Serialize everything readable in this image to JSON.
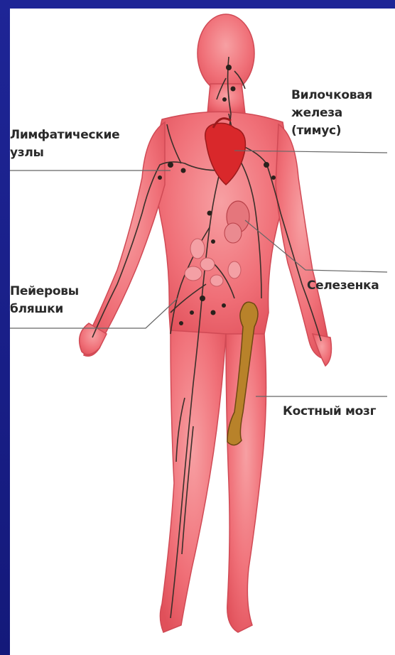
{
  "labels": {
    "lymph_nodes": [
      "Лимфатические",
      "узлы"
    ],
    "thymus": [
      "Вилочковая",
      "железа",
      "(тимус)"
    ],
    "peyer": [
      "Пейеровы",
      "бляшки"
    ],
    "spleen": "Селезенка",
    "marrow": "Костный мозг"
  },
  "colors": {
    "background": "#1a1f8c",
    "body": "#f06b72",
    "vessels": "#3a2f2a",
    "heart": "#d9282b",
    "bone": "#b8822a"
  }
}
